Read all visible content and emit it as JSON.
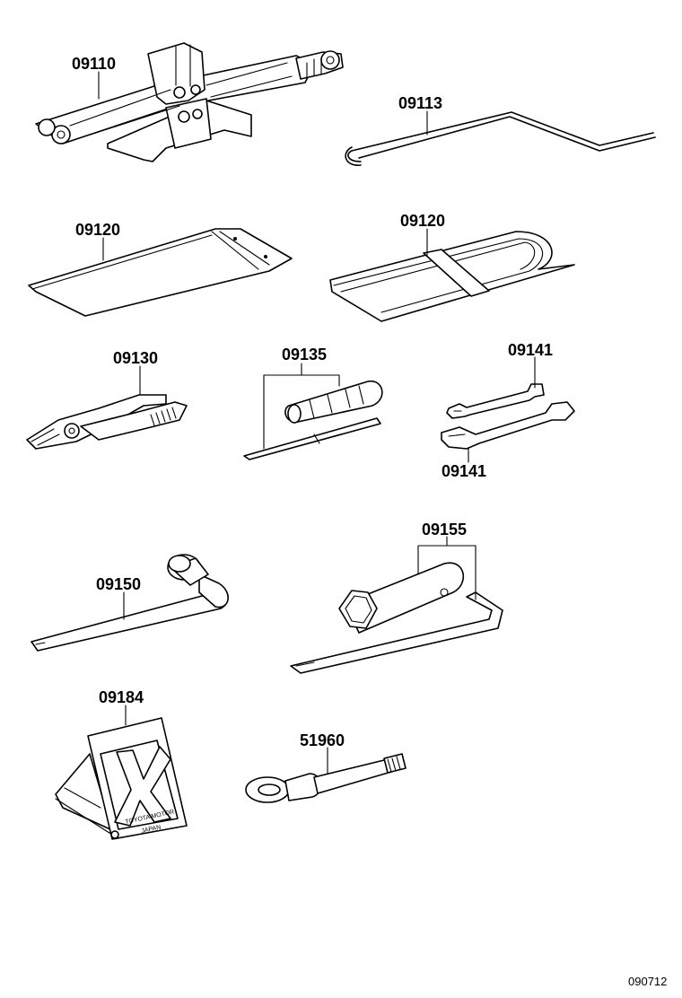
{
  "diagram_code": "090712",
  "parts": [
    {
      "id": "jack",
      "number": "09110"
    },
    {
      "id": "jack-handle",
      "number": "09113"
    },
    {
      "id": "tool-bag-flat",
      "number": "09120"
    },
    {
      "id": "tool-bag-rolled",
      "number": "09120"
    },
    {
      "id": "pliers",
      "number": "09130"
    },
    {
      "id": "screwdriver-set",
      "number": "09135"
    },
    {
      "id": "wrench-upper",
      "number": "09141"
    },
    {
      "id": "wrench-lower",
      "number": "09141"
    },
    {
      "id": "wheel-nut-wrench",
      "number": "09150"
    },
    {
      "id": "socket-wrench",
      "number": "09155"
    },
    {
      "id": "wheel-chock",
      "number": "09184",
      "stamped_text": [
        "TOYOTA MOTOR",
        "JAPAN"
      ]
    },
    {
      "id": "towing-eye",
      "number": "51960"
    }
  ]
}
